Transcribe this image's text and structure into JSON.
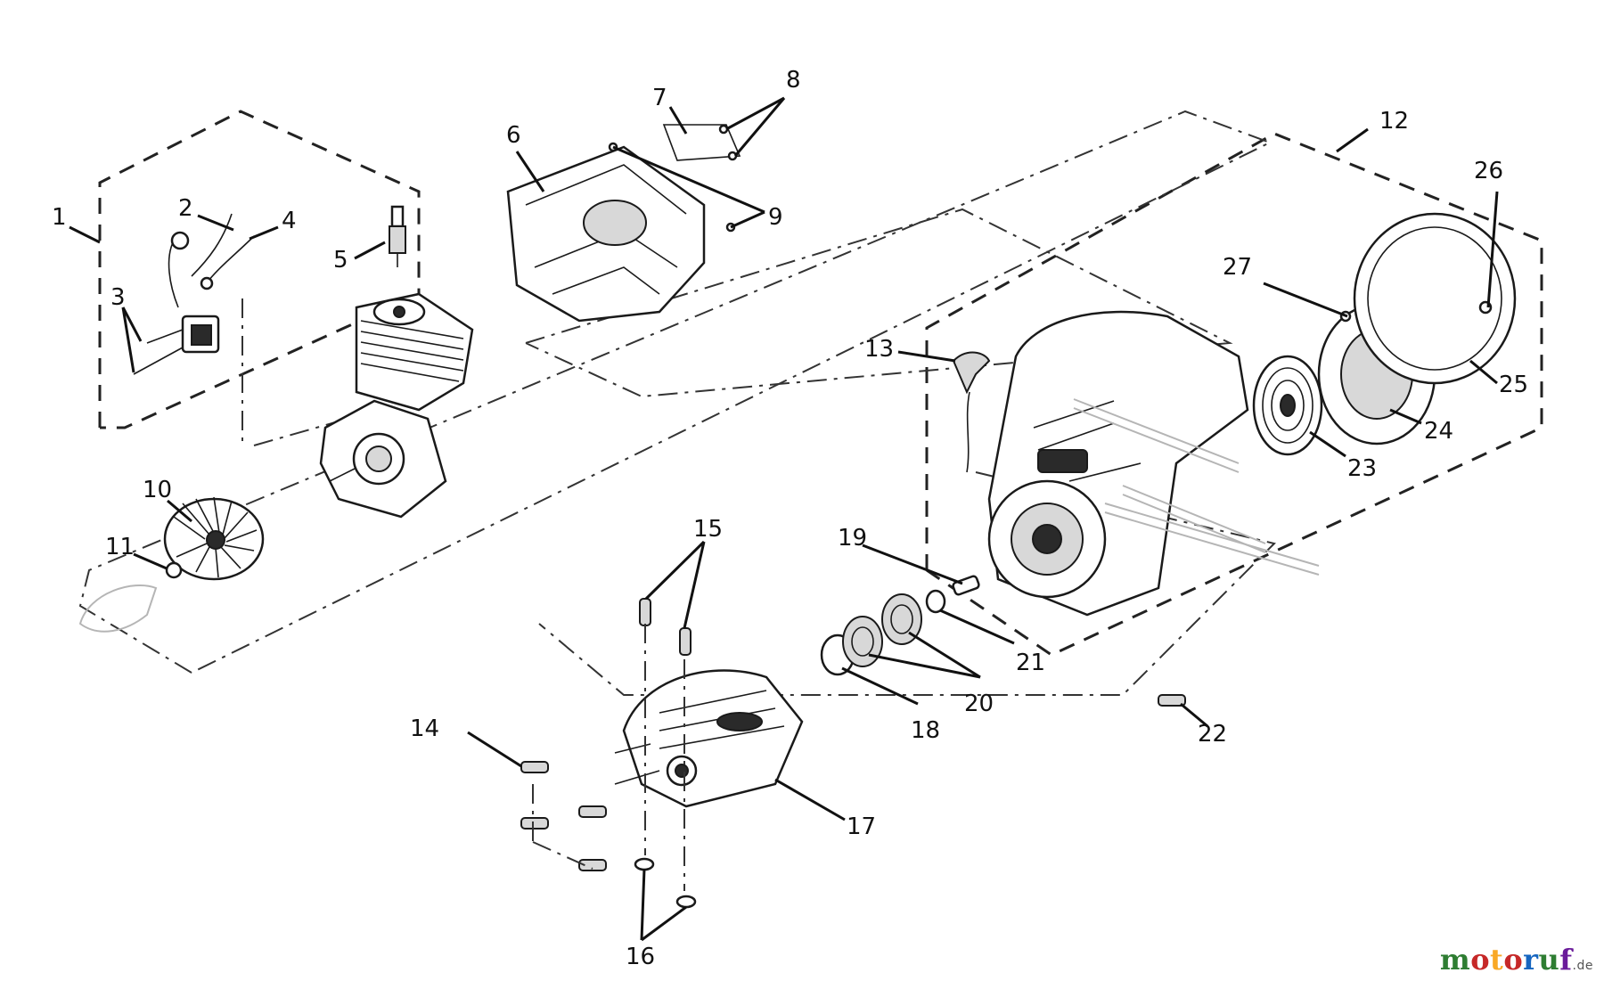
{
  "diagram": {
    "callouts": [
      "1",
      "2",
      "3",
      "4",
      "5",
      "6",
      "7",
      "8",
      "9",
      "10",
      "11",
      "12",
      "13",
      "14",
      "15",
      "16",
      "17",
      "18",
      "19",
      "20",
      "21",
      "22",
      "23",
      "24",
      "25",
      "26",
      "27"
    ]
  },
  "logo": {
    "text_m": "m",
    "text_o": "o",
    "text_t": "t",
    "text_o2": "o",
    "text_r": "r",
    "text_u": "u",
    "text_f": "f",
    "text_de": ".de"
  },
  "colors": {
    "ink": "#111111",
    "paper": "#ffffff"
  }
}
